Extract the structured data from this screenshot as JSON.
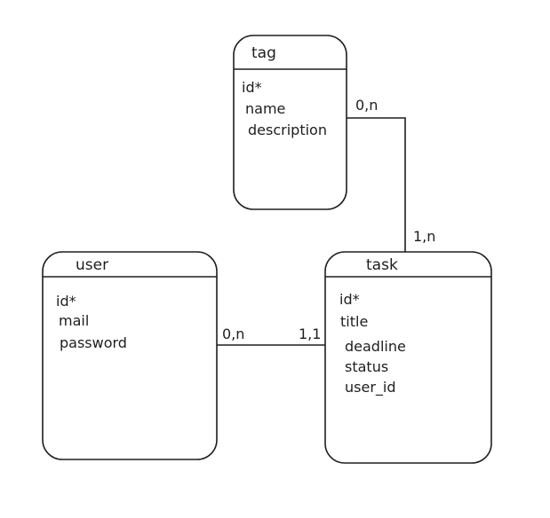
{
  "entities": {
    "tag": {
      "name": "tag",
      "attributes": [
        "id*",
        "name",
        "description"
      ]
    },
    "user": {
      "name": "user",
      "attributes": [
        "id*",
        "mail",
        "password"
      ]
    },
    "task": {
      "name": "task",
      "attributes": [
        "id*",
        "title",
        "deadline",
        "status",
        "user_id"
      ]
    }
  },
  "relationships": {
    "tag_task": {
      "tag_side": "0,n",
      "task_side": "1,n"
    },
    "user_task": {
      "user_side": "0,n",
      "task_side": "1,1"
    }
  },
  "colors": {
    "stroke": "#1e1e1e",
    "background": "#ffffff"
  }
}
